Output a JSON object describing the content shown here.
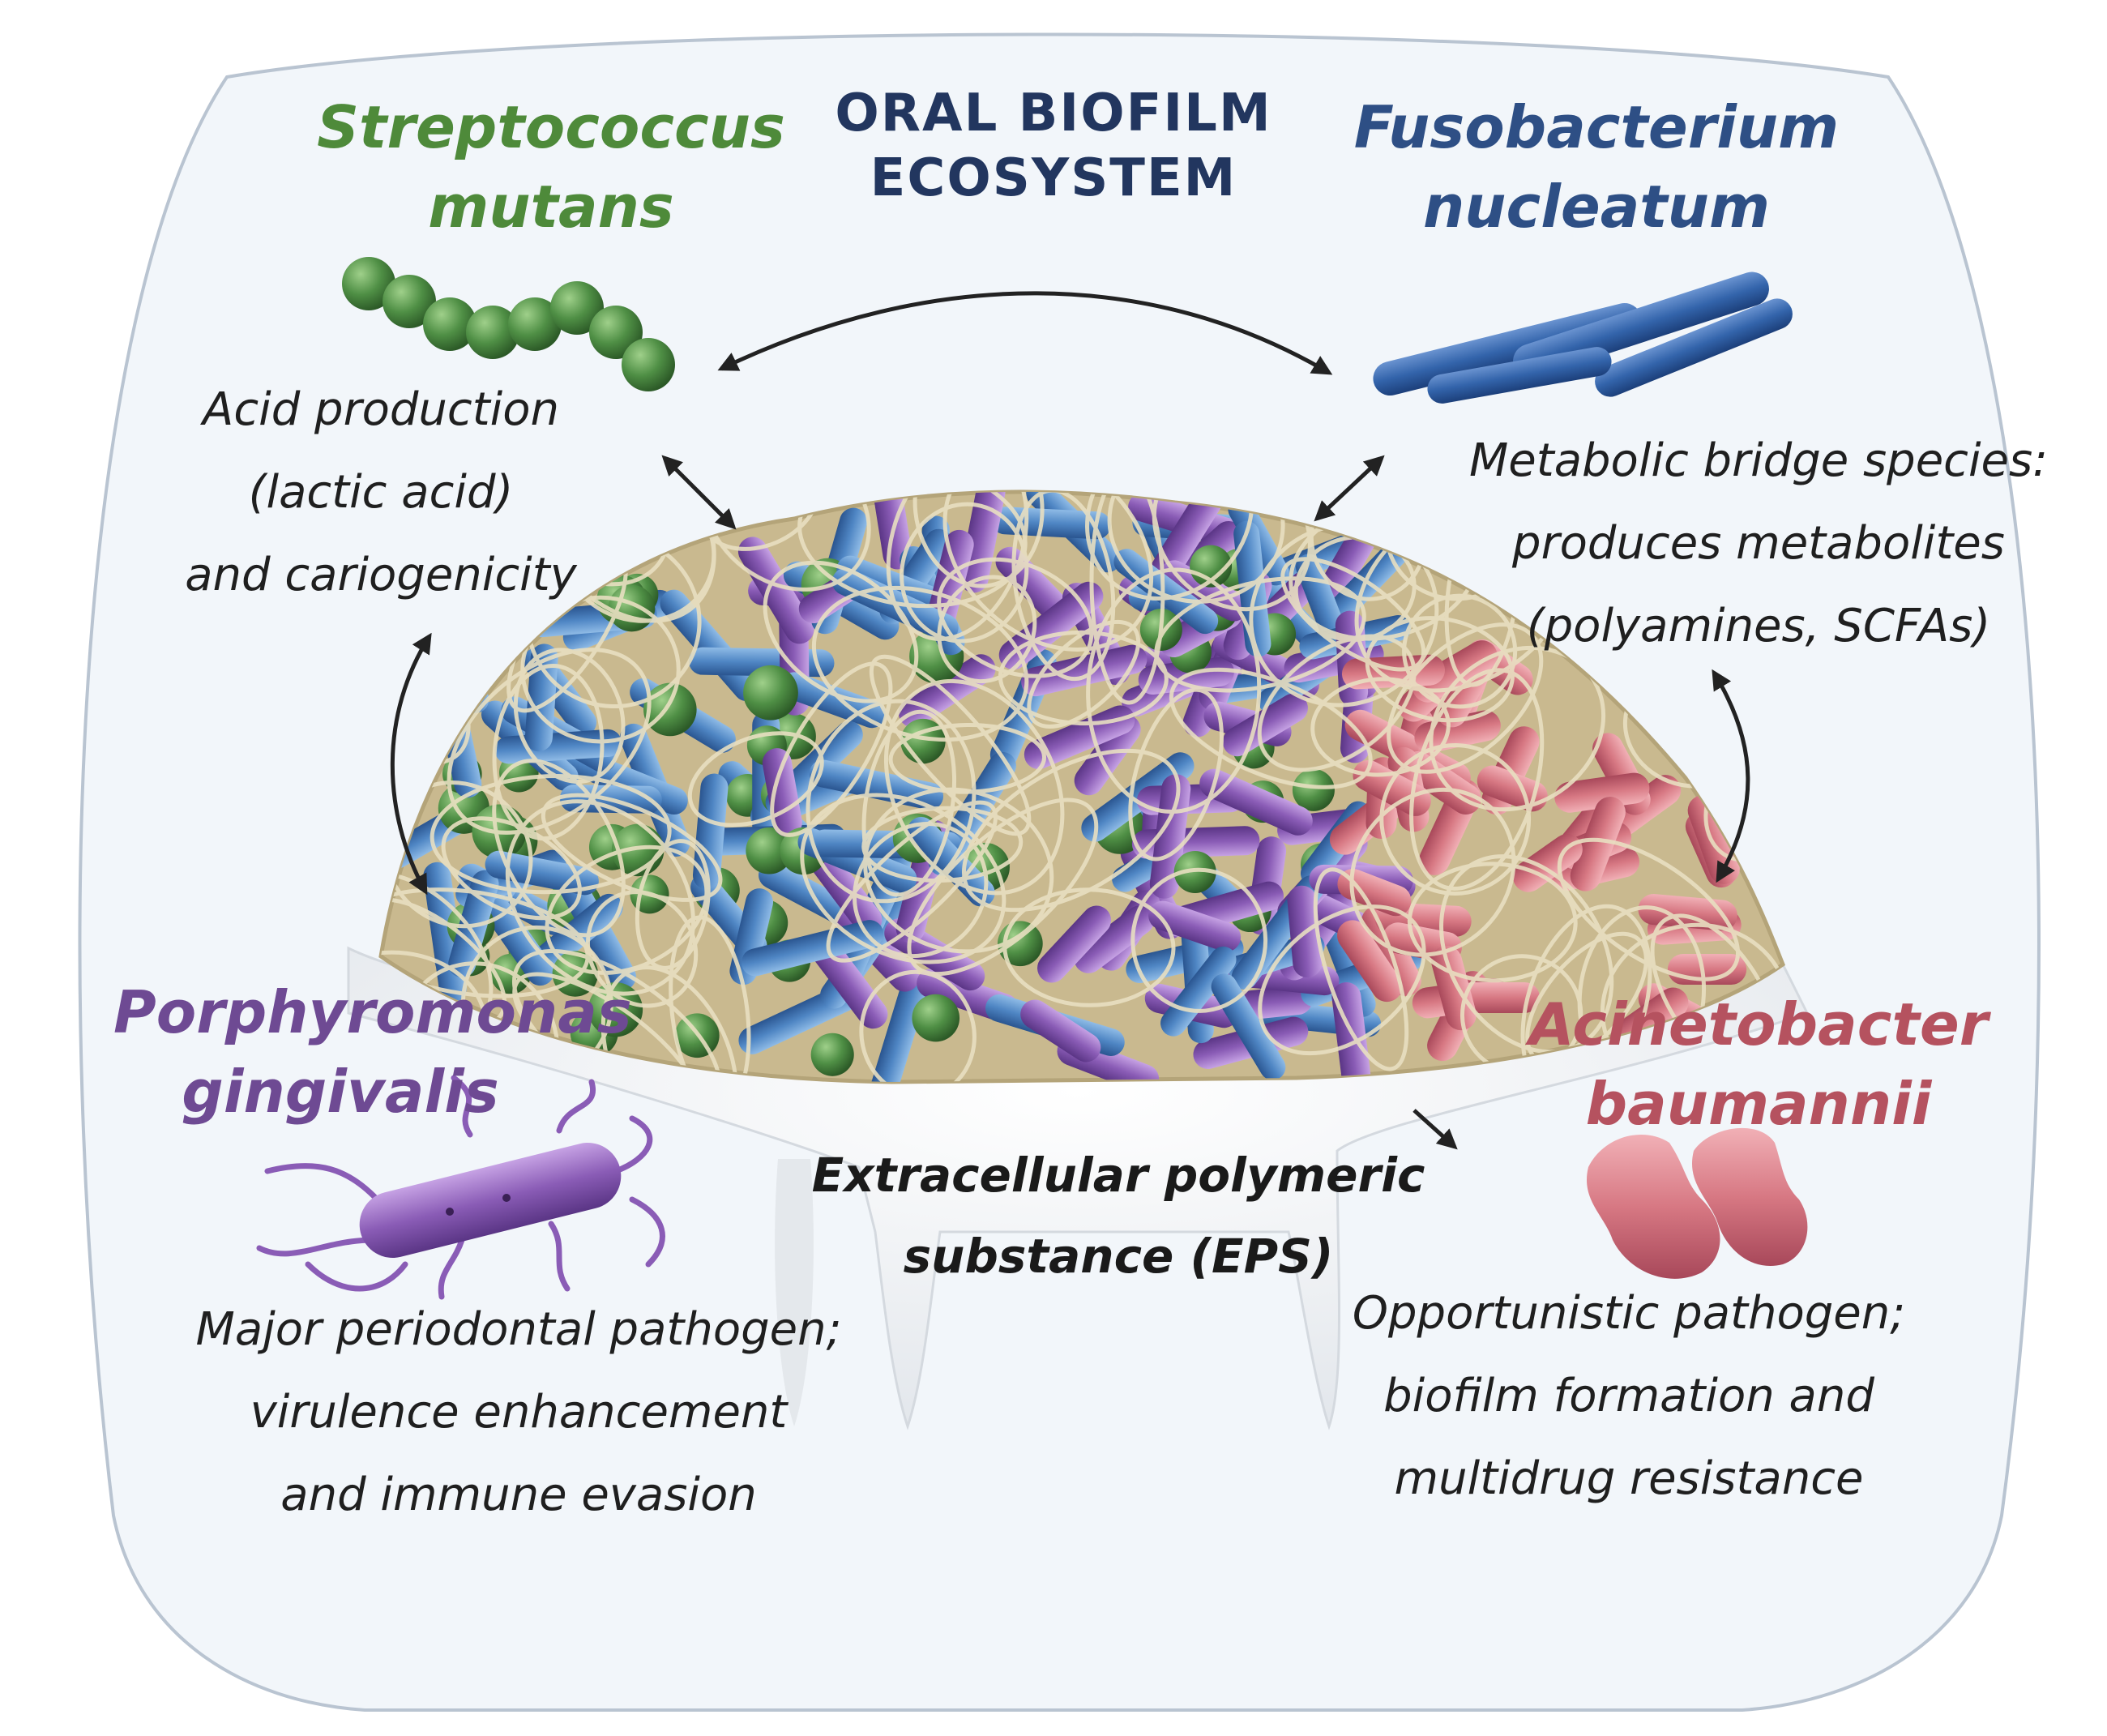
{
  "title": {
    "line1": "ORAL BIOFILM",
    "line2": "ECOSYSTEM"
  },
  "species": [
    {
      "id": "s-mutans",
      "name_line1": "Streptococcus",
      "name_line2": "mutans",
      "color": "#4e8a3a",
      "description": [
        "Acid production",
        "(lactic acid)",
        "and cariogenicity"
      ]
    },
    {
      "id": "f-nucleatum",
      "name_line1": "Fusobacterium",
      "name_line2": "nucleatum",
      "color": "#2e4f85",
      "description": [
        "Metabolic bridge species:",
        "produces metabolites",
        "(polyamines, SCFAs)"
      ]
    },
    {
      "id": "p-gingivalis",
      "name_line1": "Porphyromonas",
      "name_line2": "gingivalis",
      "color": "#6e4a93",
      "description": [
        "Major periodontal pathogen;",
        "virulence enhancement",
        "and immune evasion"
      ]
    },
    {
      "id": "a-baumannii",
      "name_line1": "Acinetobacter",
      "name_line2": "baumannii",
      "color": "#b5525f",
      "description": [
        "Opportunistic pathogen;",
        "biofilm formation and",
        "multidrug resistance"
      ]
    }
  ],
  "eps": {
    "line1": "Extracellular polymeric",
    "line2": "substance (EPS)"
  },
  "colors": {
    "background_oval": "#f2f6fa",
    "matrix": "#d8cca8",
    "green_cocci": "#4f8f45",
    "blue_rods": "#4f86c4",
    "purple_rods": "#8a5cb6",
    "red_rods": "#d77883",
    "arrows": "#222222"
  }
}
